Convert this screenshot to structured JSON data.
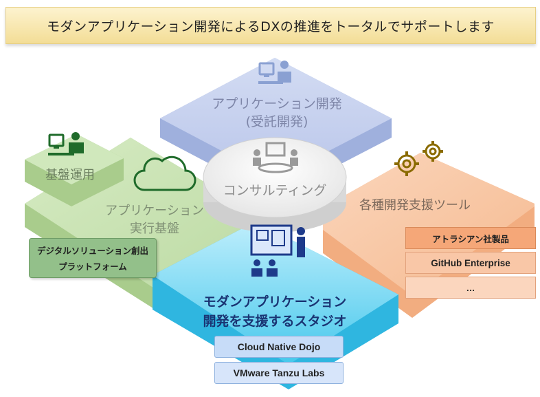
{
  "banner": {
    "title": "モダンアプリケーション開発によるDXの推進をトータルでサポートします"
  },
  "tiles": {
    "app_dev": {
      "line1": "アプリケーション開発",
      "line2": "(受託開発)"
    },
    "consulting": {
      "label": "コンサルティング"
    },
    "ops": {
      "label": "基盤運用"
    },
    "platform": {
      "line1": "アプリケーション",
      "line2": "実行基盤"
    },
    "platform_sub": {
      "line1": "デジタルソリューション創出",
      "line2": "プラットフォーム"
    },
    "tools": {
      "label": "各種開発支援ツール",
      "items": [
        "アトラシアン社製品",
        "GitHub Enterprise",
        "…"
      ]
    },
    "studio": {
      "line1": "モダンアプリケーション",
      "line2": "開発を支援するスタジオ",
      "items": [
        "Cloud Native Dojo",
        "VMware Tanzu Labs"
      ]
    }
  },
  "icons": [
    "person-at-computer-icon",
    "cloud-icon",
    "gears-icon",
    "meeting-table-icon",
    "presentation-board-icon",
    "audience-icon"
  ],
  "colors": {
    "banner_fill": "#f6e4a8",
    "blue_tile": "#c9d3ee",
    "green_tile": "#c8e2b2",
    "orange_tile": "#f8c9a8",
    "cyan_tile": "#6fd3ef",
    "center_disc": "#f4f4f4"
  }
}
